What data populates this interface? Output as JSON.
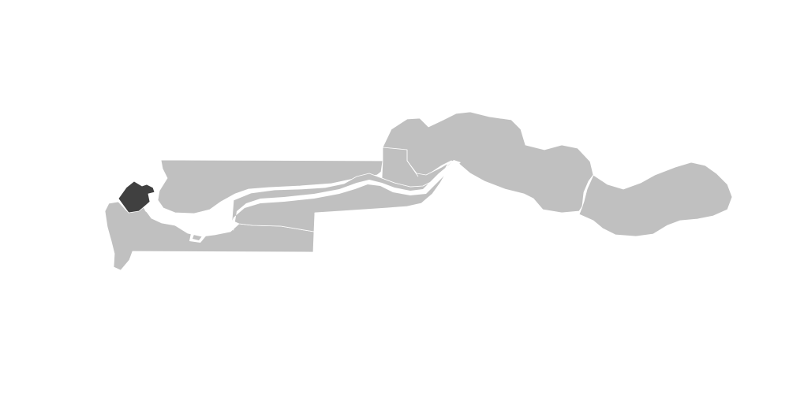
{
  "map": {
    "colors": {
      "background": "#ffffff",
      "default_region": "#c0c0c0",
      "highlighted_region": "#404040",
      "borders": "#ffffff"
    },
    "regions": [
      {
        "id": "banjul-area",
        "highlighted": true
      },
      {
        "id": "western-coast",
        "highlighted": false
      },
      {
        "id": "north-bank",
        "highlighted": false
      },
      {
        "id": "lower-river",
        "highlighted": false
      },
      {
        "id": "central-river-north",
        "highlighted": false
      },
      {
        "id": "central-river-south",
        "highlighted": false
      },
      {
        "id": "upper-river",
        "highlighted": false
      }
    ]
  }
}
